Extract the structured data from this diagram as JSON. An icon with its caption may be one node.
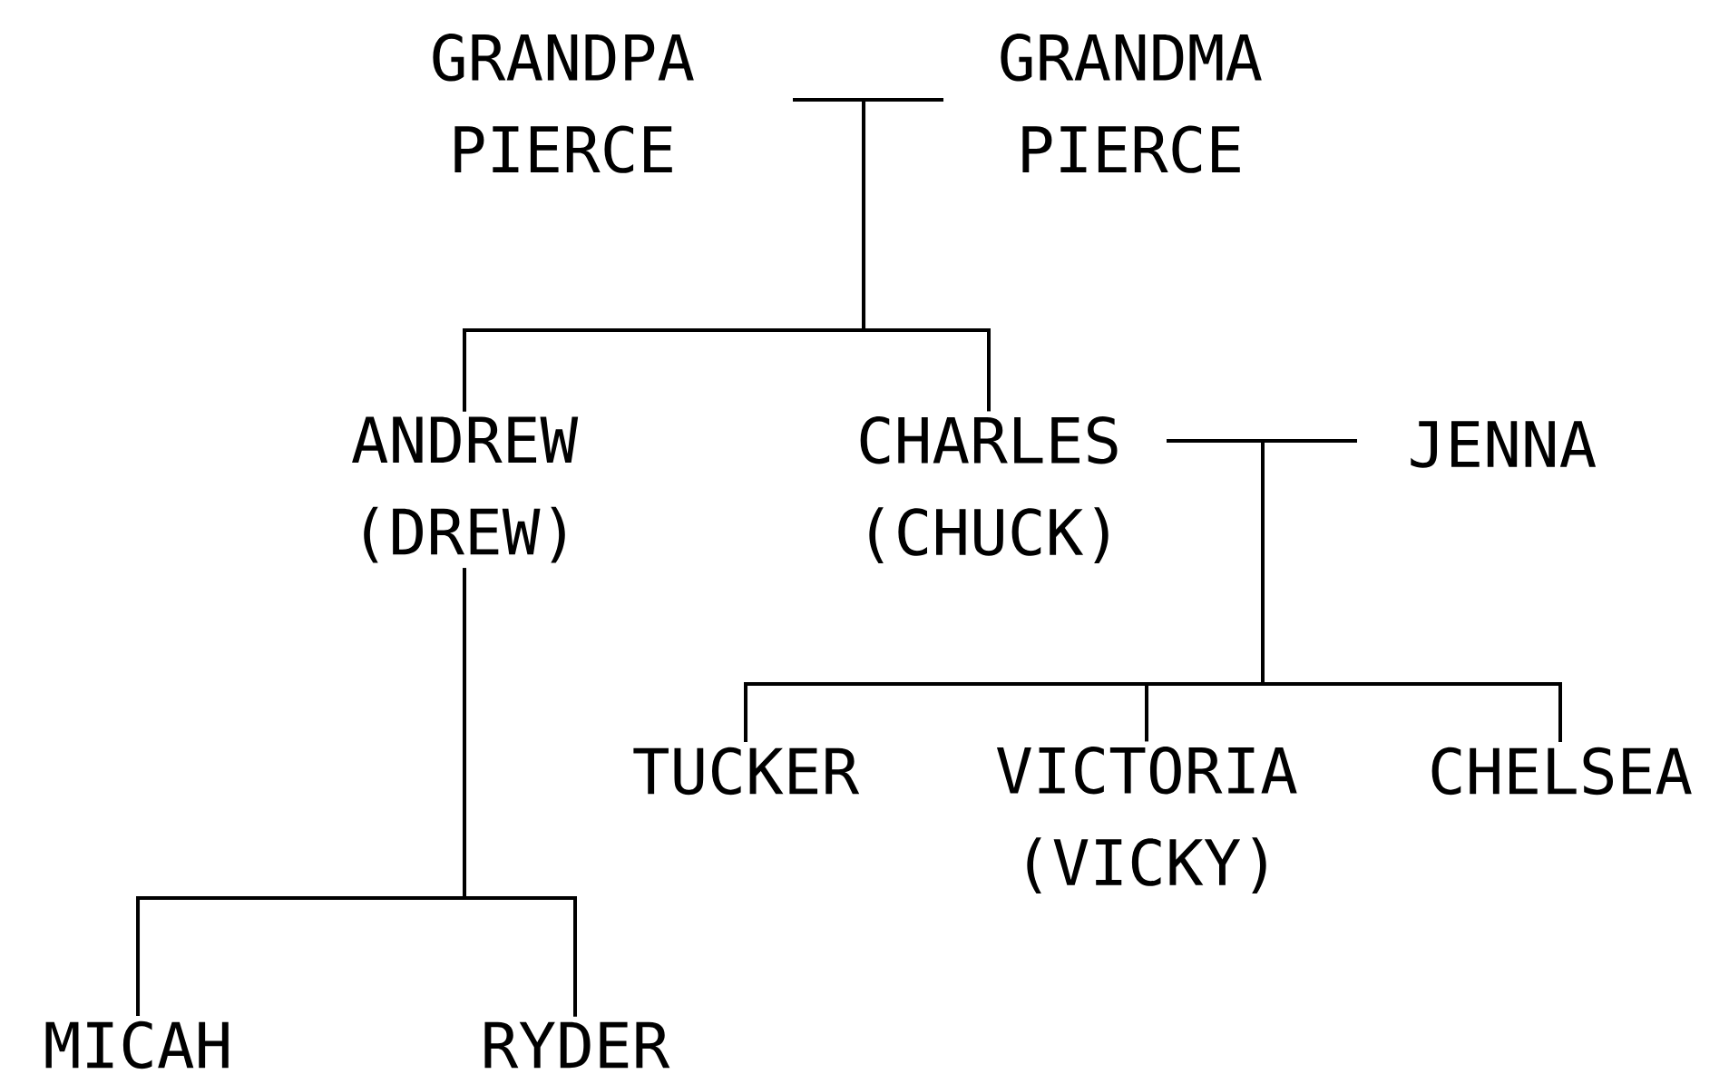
{
  "diagram": {
    "nodes": [
      {
        "text": [
          "GRANDPA PIERCE"
        ]
      },
      {
        "text": [
          "GRANDMA PIERCE"
        ]
      },
      {
        "text": [
          "ANDREW (DREW)"
        ]
      },
      {
        "text": [
          "CHARLES (CHUCK)"
        ]
      },
      {
        "text": [
          "JENNA"
        ]
      },
      {
        "text": [
          "TUCKER"
        ]
      },
      {
        "text": [
          "VICTORIA (VICKY)"
        ]
      },
      {
        "text": [
          "CHELSEA"
        ]
      },
      {
        "text": [
          "MICAH"
        ]
      },
      {
        "text": [
          "RYDER"
        ]
      }
    ],
    "edges": [
      {
        "from": 0,
        "to": 1,
        "arrow": "none"
      },
      {
        "from": 0,
        "to": 2,
        "arrow": "none"
      },
      {
        "from": 0,
        "to": 3,
        "arrow": "none"
      },
      {
        "from": 1,
        "to": 2,
        "arrow": "none"
      },
      {
        "from": 1,
        "to": 3,
        "arrow": "none"
      },
      {
        "from": 3,
        "to": 4,
        "arrow": "none"
      },
      {
        "from": 3,
        "to": 5,
        "arrow": "none"
      },
      {
        "from": 3,
        "to": 6,
        "arrow": "none"
      },
      {
        "from": 3,
        "to": 7,
        "arrow": "none"
      },
      {
        "from": 4,
        "to": 5,
        "arrow": "none"
      },
      {
        "from": 4,
        "to": 6,
        "arrow": "none"
      },
      {
        "from": 4,
        "to": 7,
        "arrow": "none"
      },
      {
        "from": 2,
        "to": 8,
        "arrow": "none"
      },
      {
        "from": 2,
        "to": 9,
        "arrow": "none"
      }
    ]
  }
}
